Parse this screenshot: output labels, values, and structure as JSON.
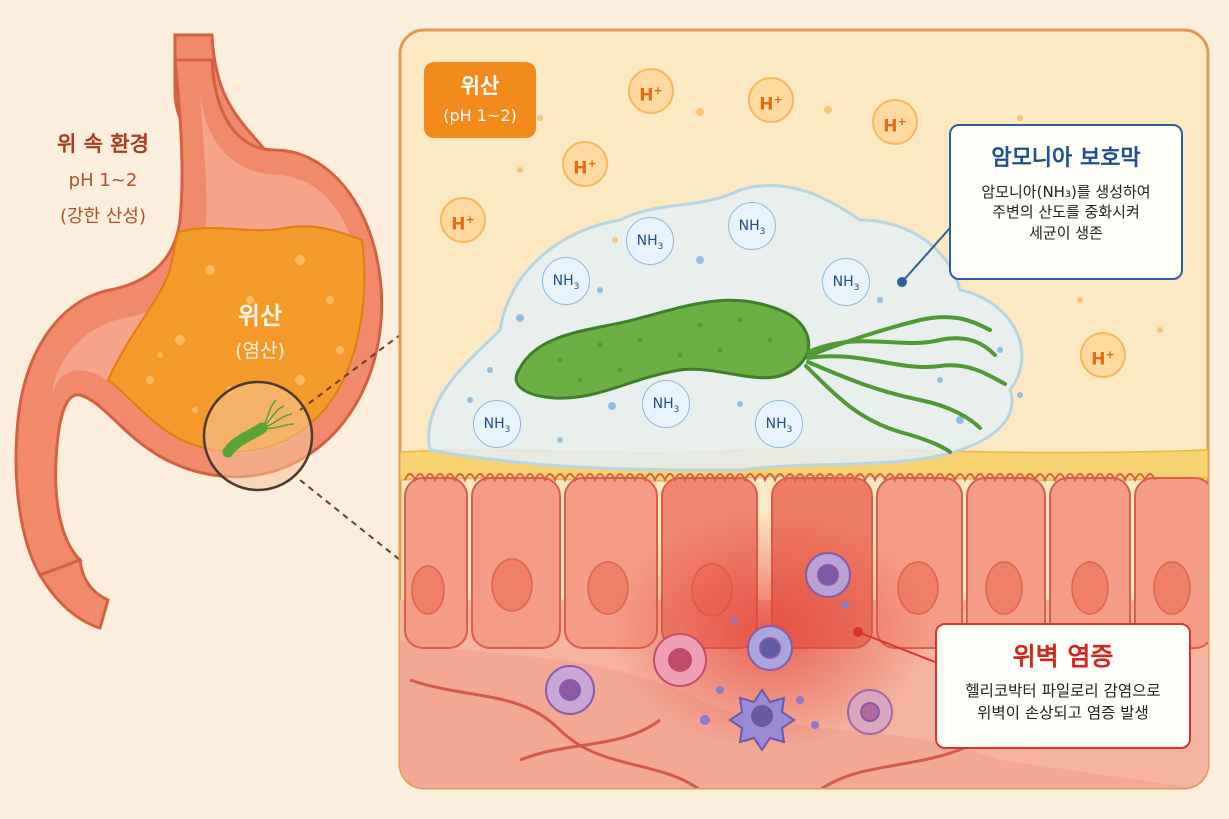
{
  "stomach": {
    "environment_title": "위 속 환경",
    "environment_ph": "pH 1~2",
    "environment_note": "(강한 산성)",
    "acid_label": "위산",
    "acid_sublabel": "(염산)"
  },
  "zoom": {
    "acid_badge_title": "위산",
    "acid_badge_ph": "(pH 1~2)",
    "ion_label": "H",
    "ion_charge": "+",
    "nh3_label": "NH",
    "nh3_sub": "3"
  },
  "callout_ammonia": {
    "title": "암모니아 보호막",
    "line1": "암모니아(NH₃)를 생성하여",
    "line2": "주변의 산도를 중화시켜",
    "line3": "세균이 생존"
  },
  "callout_inflammation": {
    "title": "위벽 염증",
    "line1": "헬리코박터 파일로리 감염으로",
    "line2": "위벽이 손상되고 염증 발생"
  },
  "colors": {
    "background": "#fbeedd",
    "stomach_wall": "#ee7b5c",
    "acid": "#f39a2a",
    "bacterium": "#5aa336",
    "ammonia_callout": "#2f5e9c",
    "inflammation_callout": "#d8332c"
  }
}
